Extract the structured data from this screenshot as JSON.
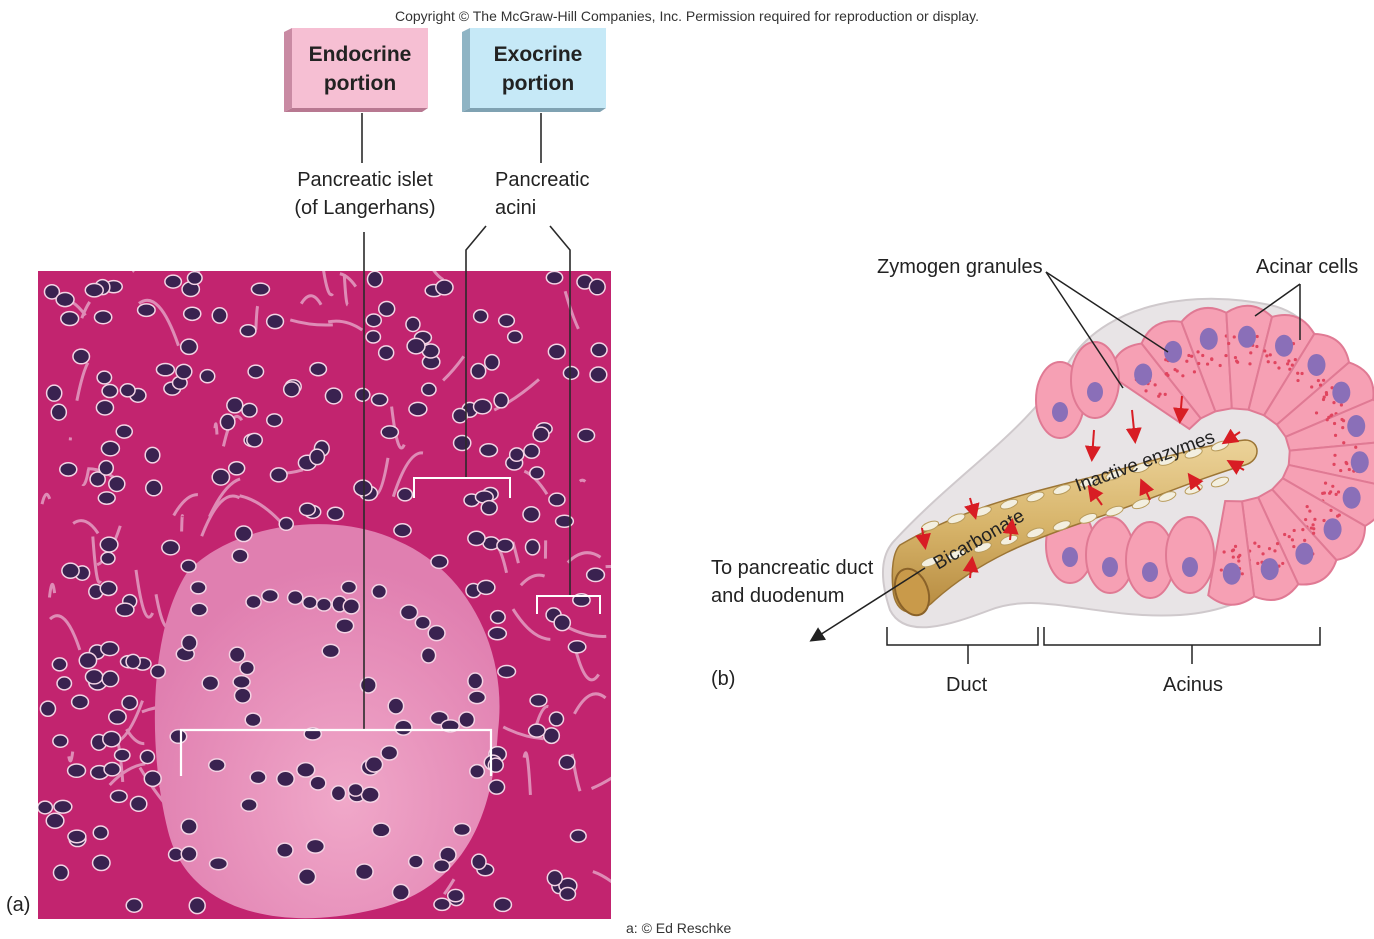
{
  "copyright": "Copyright © The McGraw-Hill Companies, Inc. Permission required for reproduction or display.",
  "credit": "a: © Ed Reschke",
  "panel_a": {
    "label": "(a)",
    "endocrine_box": {
      "line1": "Endocrine",
      "line2": "portion",
      "color": "#f6bfd3"
    },
    "exocrine_box": {
      "line1": "Exocrine",
      "line2": "portion",
      "color": "#c6e9f7"
    },
    "islet_label": {
      "line1": "Pancreatic islet",
      "line2": "(of Langerhans)"
    },
    "acini_label": {
      "line1": "Pancreatic",
      "line2": "acini"
    },
    "tissue_colors": {
      "acinar": "#c2246f",
      "islet": "#e88ab5",
      "nucleus": "#3a2250"
    }
  },
  "panel_b": {
    "label": "(b)",
    "zymogen_label": "Zymogen granules",
    "acinar_label": "Acinar cells",
    "bicarbonate_label": "Bicarbonate",
    "enzymes_label": "Inactive enzymes",
    "to_duct_label": {
      "line1": "To pancreatic duct",
      "line2": "and duodenum"
    },
    "duct_label": "Duct",
    "acinus_label": "Acinus",
    "colors": {
      "cell": "#f6a0b4",
      "duct": "#d7b46a",
      "nucleus": "#8a6fb8",
      "arrow": "#d81d24"
    }
  }
}
